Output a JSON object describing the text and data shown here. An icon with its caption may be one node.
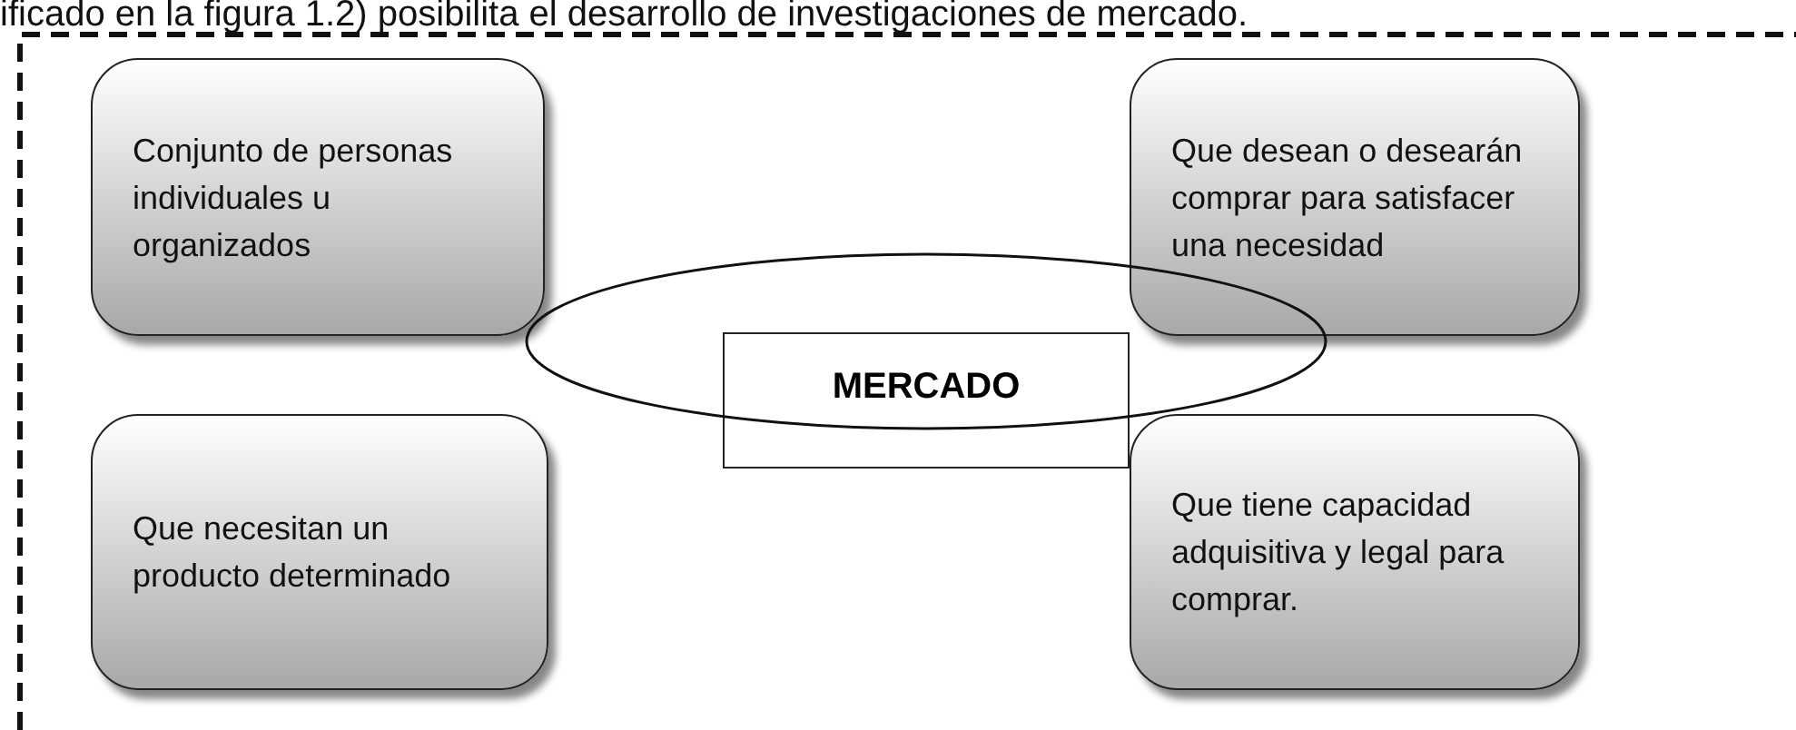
{
  "diagram": {
    "nodes": [
      {
        "text": [
          "Conjunto de personas individuales u organizados"
        ]
      },
      {
        "text": [
          "Que desean o desearán comprar para satisfacer una necesidad"
        ]
      },
      {
        "text": [
          "MERCADO"
        ]
      },
      {
        "text": [
          "Que necesitan un producto determinado"
        ]
      },
      {
        "text": [
          "Que tiene capacidad adquisitiva y legal para comprar."
        ]
      },
      {
        "text": [],
        "shape": "ellipse"
      }
    ],
    "edges": [],
    "labels": [
      "ificado en la figura 1.2) posibilita el desarrollo de investigaciones de mercado."
    ]
  }
}
